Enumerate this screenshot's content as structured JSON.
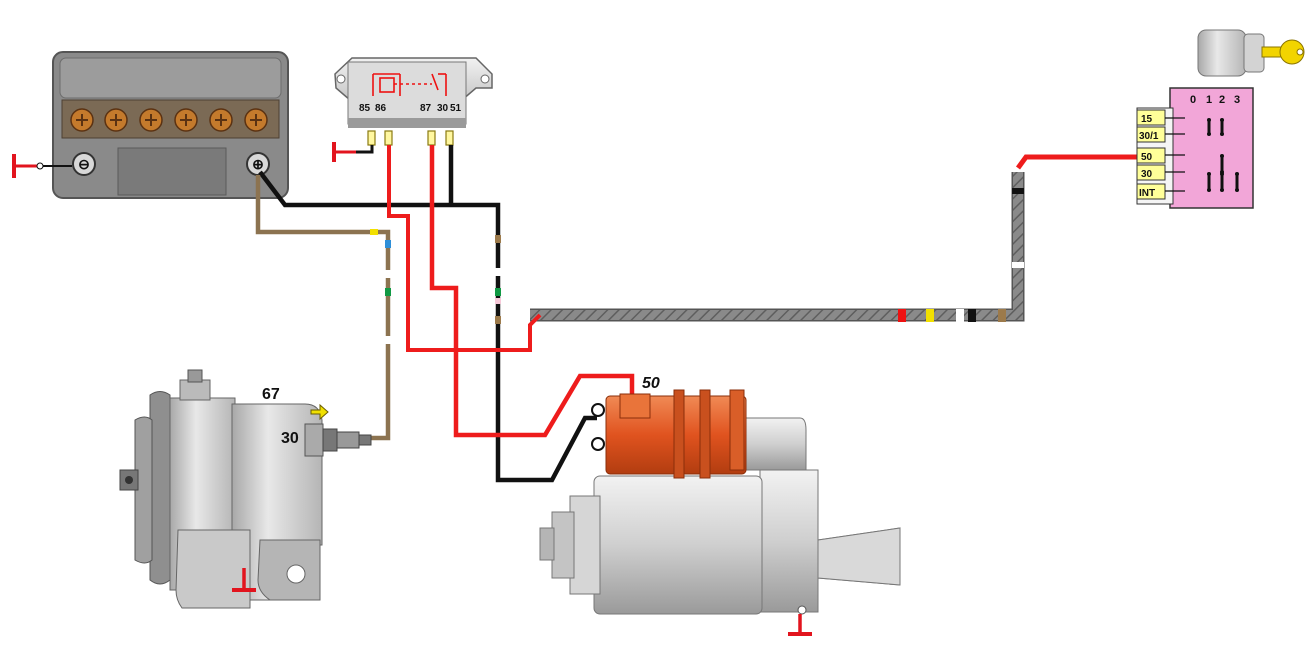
{
  "relay": {
    "pins": [
      "85",
      "86",
      "87",
      "30",
      "51"
    ]
  },
  "alternator": {
    "terminal_67": "67",
    "terminal_30": "30"
  },
  "starter": {
    "terminal_50": "50"
  },
  "ignition_switch": {
    "positions": [
      "0",
      "1",
      "2",
      "3"
    ],
    "terminals": [
      "15",
      "30/1",
      "50",
      "30",
      "INT"
    ]
  },
  "battery": {
    "negative_symbol": "⊖",
    "positive_symbol": "⊕"
  },
  "colors": {
    "wire_red": "#ee1c1c",
    "wire_black": "#111111",
    "wire_brown": "#8c7350",
    "harness_grey": "#7a7a7a",
    "switch_pink": "#f2a6d8",
    "terminal_yellow": "#ffff99",
    "solenoid_orange": "#e0531f",
    "ground_red": "#e2141e"
  }
}
